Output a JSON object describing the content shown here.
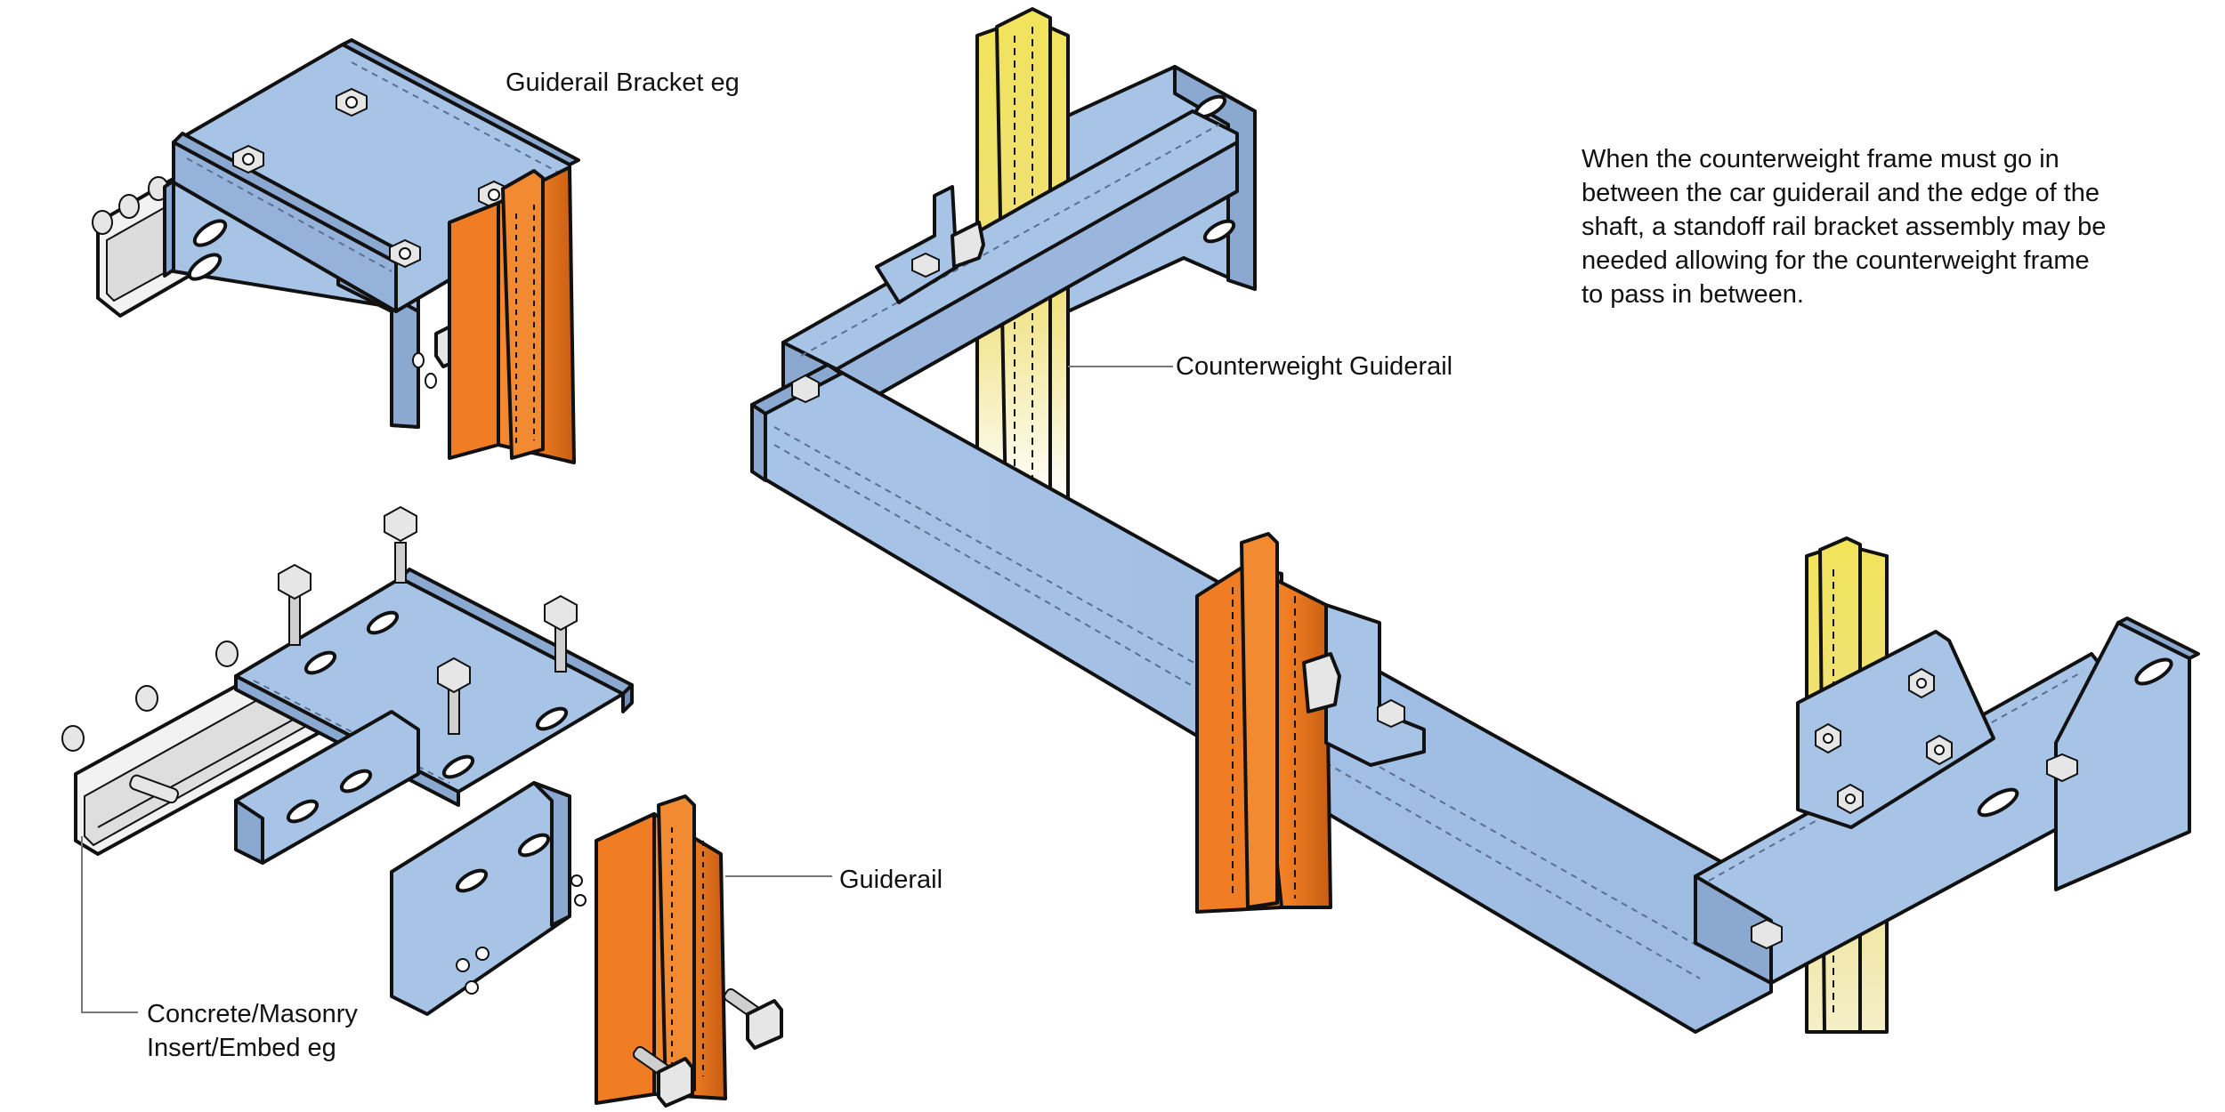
{
  "labels": {
    "bracket": "Guiderail Bracket eg",
    "counterweight_rail": "Counterweight Guiderail",
    "guiderail": "Guiderail",
    "insert_line1": "Concrete/Masonry",
    "insert_line2": "Insert/Embed eg"
  },
  "note": {
    "lines": [
      "When the counterweight frame must go in",
      "between the car guiderail and the edge of the",
      "shaft, a standoff rail bracket assembly may be",
      "needed allowing for the counterweight frame",
      "to pass in between."
    ]
  },
  "colors": {
    "bracket_fill": "#a7c3e6",
    "bracket_shadow": "#8aa8d0",
    "bracket_dark": "#6f8fb8",
    "guiderail_fill": "#f07d24",
    "guiderail_shadow": "#c85e12",
    "counterweight_rail_fill": "#f1e35a",
    "counterweight_rail_fade": "#ffffff",
    "bolt_fill": "#e6e6e6",
    "insert_fill": "#f2f2f2",
    "outline": "#111111"
  }
}
